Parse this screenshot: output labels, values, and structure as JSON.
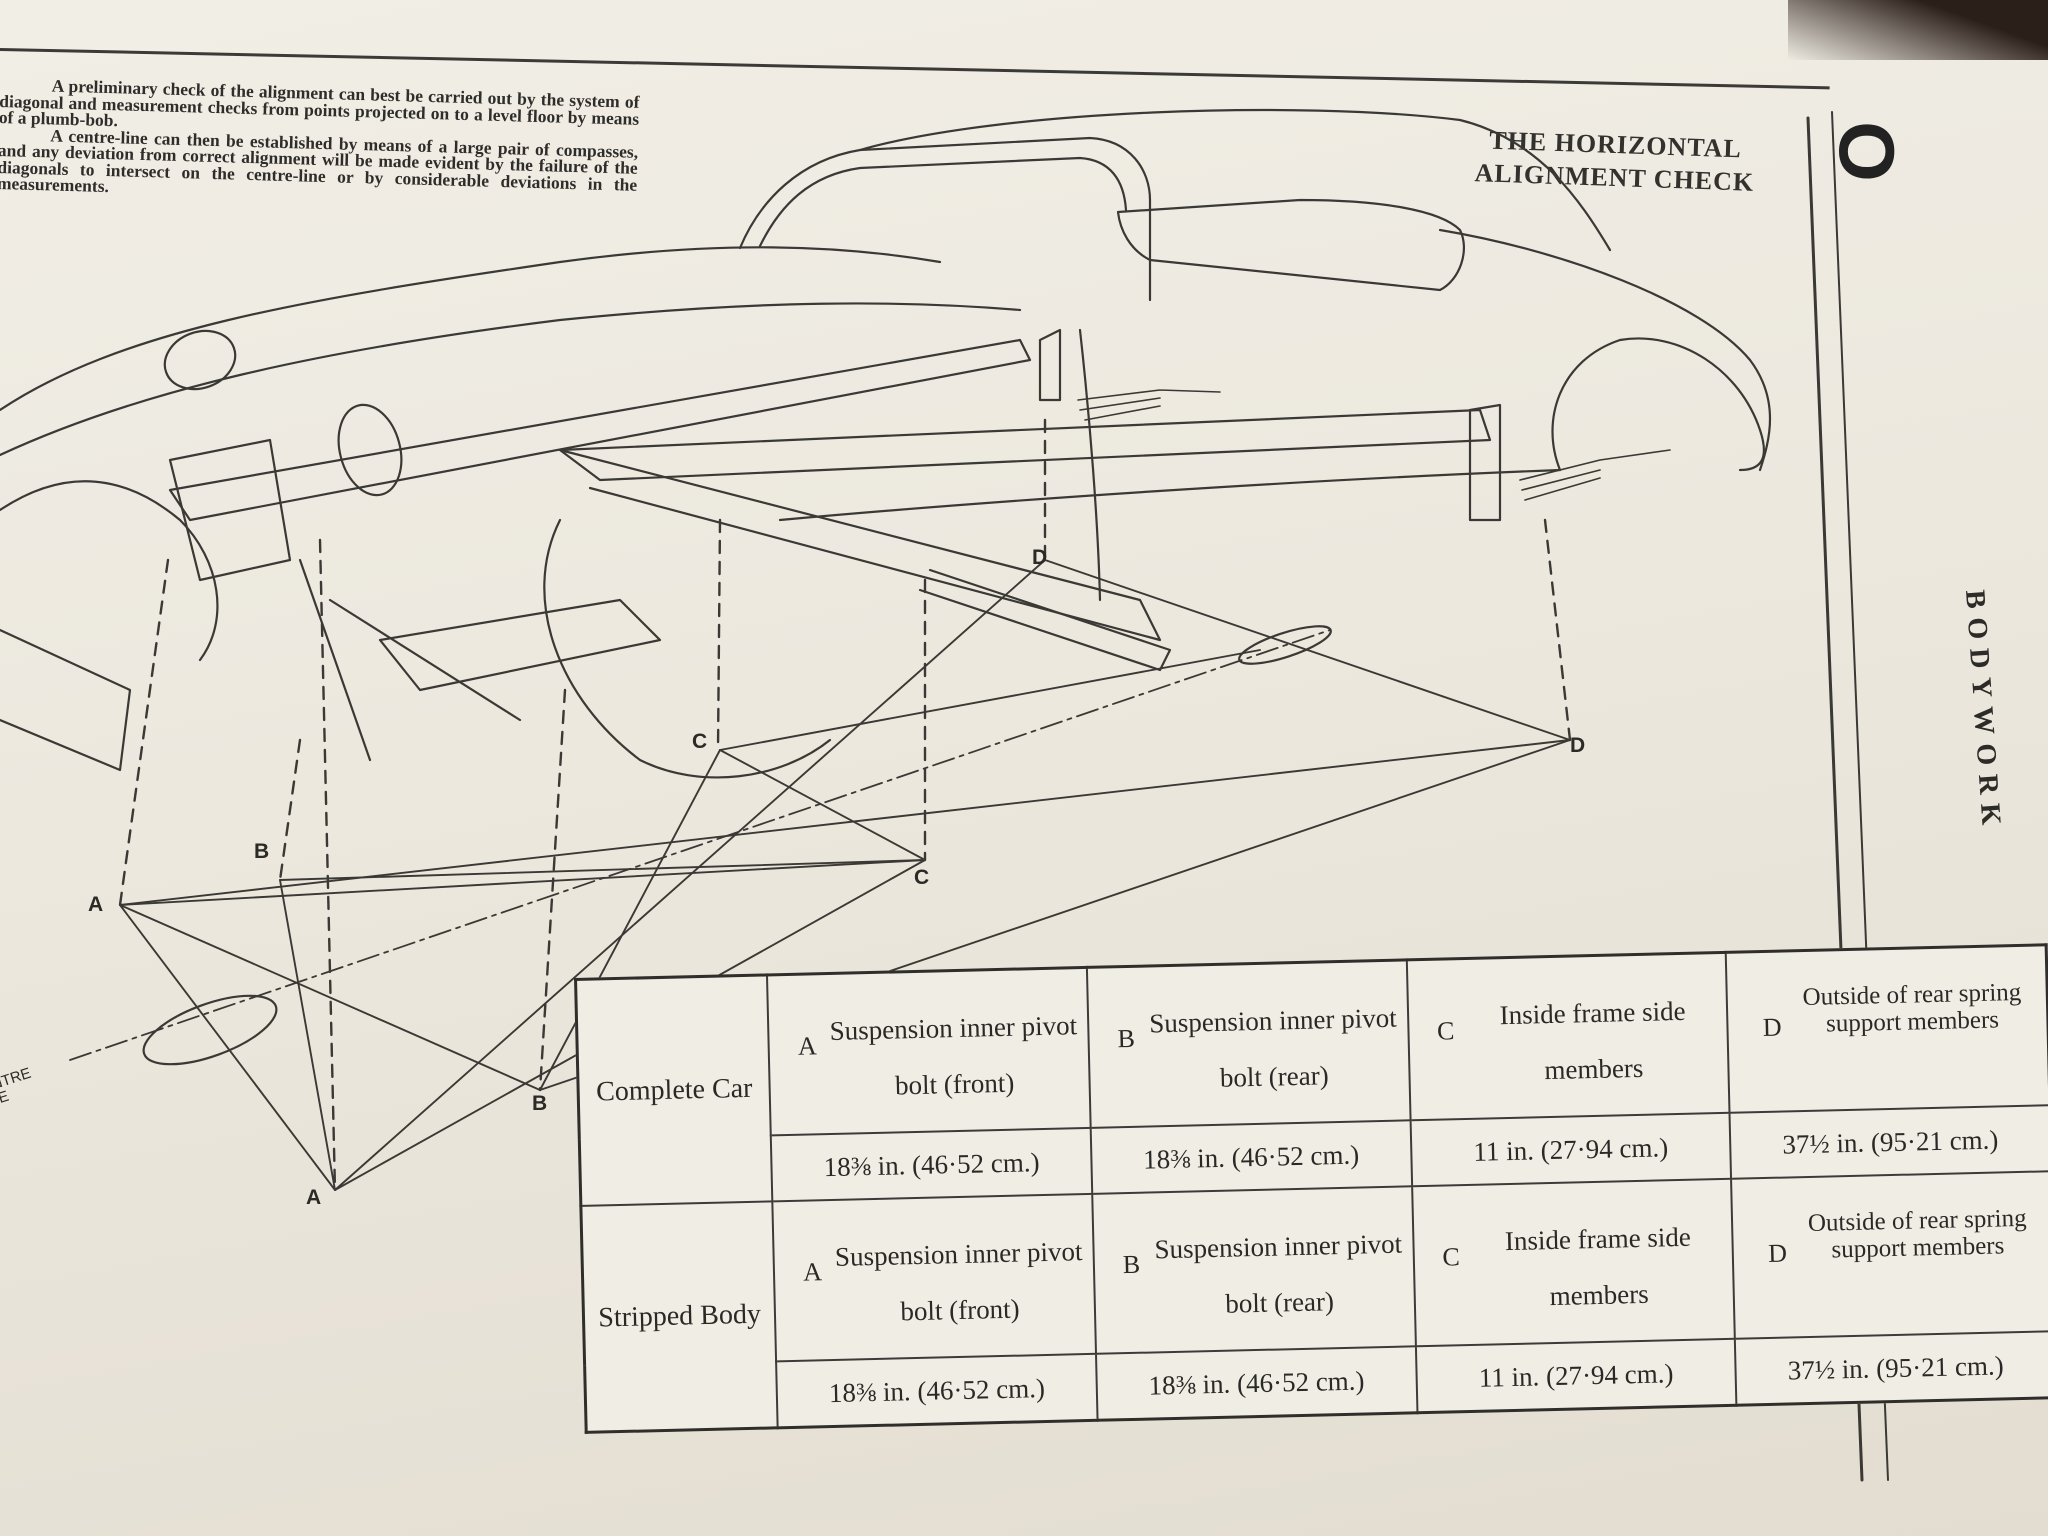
{
  "intro": {
    "paragraph_1": "A preliminary check of the alignment can best be carried out by the system of diagonal and measurement checks from points projected on to a level floor by means of a plumb-bob.",
    "paragraph_2": "A centre-line can then be established by means of a large pair of compasses, and any deviation from correct alignment will be made evident by the failure of the diagonals to intersect on the centre-line or by considerable deviations in the measurements."
  },
  "header": {
    "title_line_1": "THE HORIZONTAL",
    "title_line_2": "ALIGNMENT CHECK",
    "chapter_letter": "O",
    "side_label": "BODYWORK"
  },
  "diagram": {
    "point_labels": {
      "a": "A",
      "b": "B",
      "c": "C",
      "d": "D"
    },
    "centre_line_label": "CENTRE LINE"
  },
  "table": {
    "rows": [
      {
        "heading": "Complete Car",
        "points": [
          {
            "letter": "A",
            "description": "Suspension inner pivot bolt (front)",
            "measurement": "18⅜ in. (46·52 cm.)"
          },
          {
            "letter": "B",
            "description": "Suspension inner pivot bolt (rear)",
            "measurement": "18⅜ in. (46·52 cm.)"
          },
          {
            "letter": "C",
            "description": "Inside frame side members",
            "measurement": "11 in. (27·94 cm.)"
          },
          {
            "letter": "D",
            "description": "Outside of rear spring support members",
            "measurement": "37½ in. (95·21 cm.)"
          }
        ]
      },
      {
        "heading": "Stripped Body",
        "points": [
          {
            "letter": "A",
            "description": "Suspension inner pivot bolt (front)",
            "measurement": "18⅜ in. (46·52 cm.)"
          },
          {
            "letter": "B",
            "description": "Suspension inner pivot bolt (rear)",
            "measurement": "18⅜ in. (46·52 cm.)"
          },
          {
            "letter": "C",
            "description": "Inside frame side members",
            "measurement": "11 in. (27·94 cm.)"
          },
          {
            "letter": "D",
            "description": "Outside of rear spring support members",
            "measurement": "37½ in. (95·21 cm.)"
          }
        ]
      }
    ]
  }
}
